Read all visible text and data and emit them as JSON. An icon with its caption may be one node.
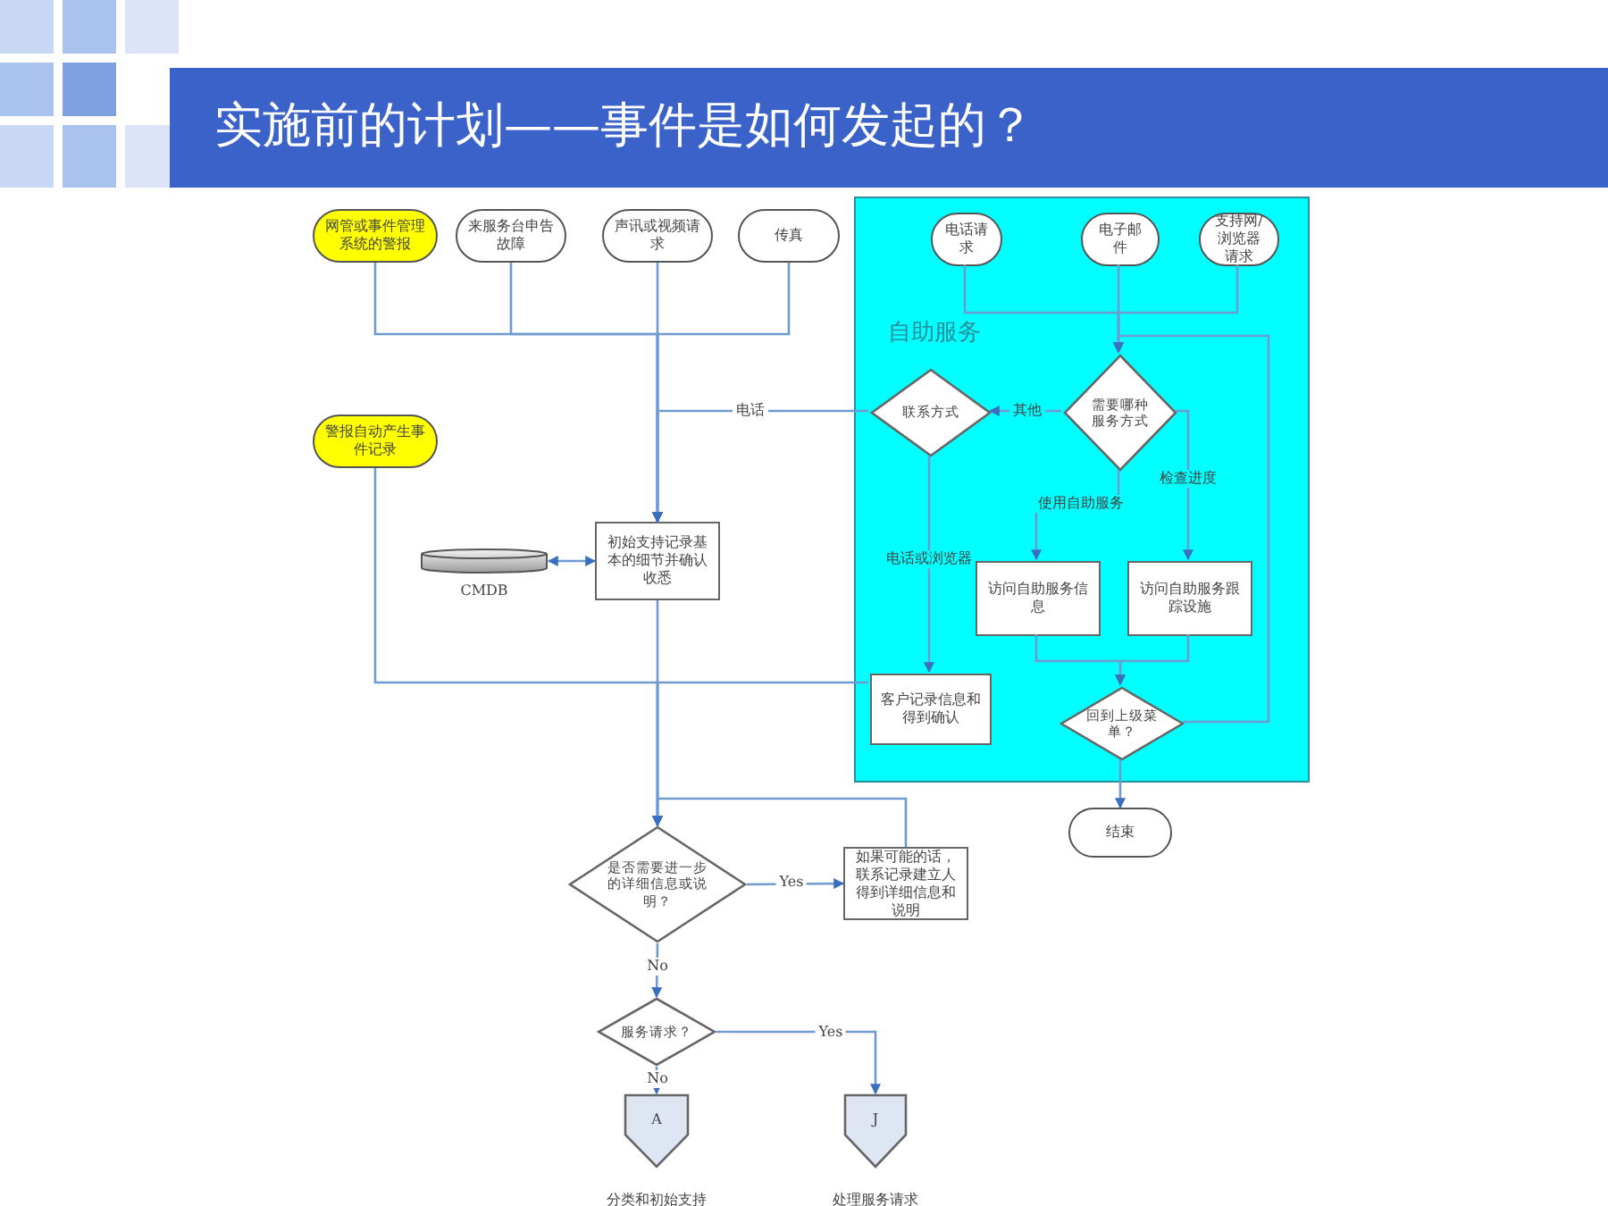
{
  "diagram": {
    "title": "实施前的计划——事件是如何发起的？",
    "nodes": [
      {
        "text": [
          "网管或事件管理系统的警报"
        ]
      },
      {
        "text": [
          "来服务台申告故障"
        ]
      },
      {
        "text": [
          "声讯或视频请求"
        ]
      },
      {
        "text": [
          "传真"
        ]
      },
      {
        "text": [
          "自助服务"
        ]
      },
      {
        "text": [
          "电话请求"
        ],
        "in": 4
      },
      {
        "text": [
          "电子邮件"
        ],
        "in": 4
      },
      {
        "text": [
          "支持网/浏览器请求"
        ],
        "in": 4
      },
      {
        "text": [
          "联系方式"
        ],
        "in": 4
      },
      {
        "text": [
          "需要哪种服务方式"
        ],
        "in": 4
      },
      {
        "text": [
          "访问自助服务信息"
        ],
        "in": 4
      },
      {
        "text": [
          "访问自助服务跟踪设施"
        ],
        "in": 4
      },
      {
        "text": [
          "客户记录信息和得到确认"
        ],
        "in": 4
      },
      {
        "text": [
          "回到上级菜单？"
        ],
        "in": 4
      },
      {
        "text": [
          "结束"
        ]
      },
      {
        "text": [
          "警报自动产生事件记录"
        ]
      },
      {
        "text": [
          "初始支持记录基本的细节并确认收悉"
        ]
      },
      {
        "text": [],
        "shape": "cylinder",
        "beside": [
          "CMDB"
        ]
      },
      {
        "text": [
          "是否需要进一步的详细信息或说明？"
        ]
      },
      {
        "text": [
          "如果可能的话，联系记录建立人得到详细信息和说明"
        ]
      },
      {
        "text": [
          "服务请求？"
        ]
      },
      {
        "text": [
          "A"
        ],
        "beside": [
          "分类和初始支持"
        ]
      },
      {
        "text": [
          "J"
        ],
        "beside": [
          "处理服务请求"
        ]
      }
    ],
    "edges": [
      {
        "from": 0,
        "to": 16,
        "arrow": "to"
      },
      {
        "from": 1,
        "to": 16,
        "arrow": "to"
      },
      {
        "from": 2,
        "to": 16,
        "arrow": "to"
      },
      {
        "from": 3,
        "to": 16,
        "arrow": "to"
      },
      {
        "from": 8,
        "to": 16,
        "arrow": "to",
        "label": "电话"
      },
      {
        "from": 5,
        "to": 9,
        "arrow": "to"
      },
      {
        "from": 6,
        "to": 9,
        "arrow": "to"
      },
      {
        "from": 7,
        "to": 9,
        "arrow": "to"
      },
      {
        "from": 9,
        "to": 8,
        "arrow": "to",
        "label": "其他"
      },
      {
        "from": 9,
        "to": 10,
        "arrow": "to",
        "label": "使用自助服务"
      },
      {
        "from": 9,
        "to": 11,
        "arrow": "to",
        "label": "检查进度"
      },
      {
        "from": 8,
        "to": 12,
        "arrow": "to",
        "label": "电话或浏览器"
      },
      {
        "from": 10,
        "to": 13,
        "arrow": "to"
      },
      {
        "from": 11,
        "to": 13,
        "arrow": "to"
      },
      {
        "from": 13,
        "to": 9,
        "arrow": "to"
      },
      {
        "from": 13,
        "to": 14,
        "arrow": "to"
      },
      {
        "from": 17,
        "to": 16,
        "arrow": "both"
      },
      {
        "from": 15,
        "to": 18,
        "arrow": "to"
      },
      {
        "from": 16,
        "to": 18,
        "arrow": "to"
      },
      {
        "from": 12,
        "to": 18,
        "arrow": "to"
      },
      {
        "from": 18,
        "to": 19,
        "arrow": "to",
        "label": "Yes"
      },
      {
        "from": 19,
        "to": 18,
        "arrow": "to"
      },
      {
        "from": 18,
        "to": 20,
        "arrow": "to",
        "label": "No"
      },
      {
        "from": 20,
        "to": 21,
        "arrow": "to",
        "label": "No"
      },
      {
        "from": 20,
        "to": 22,
        "arrow": "to",
        "label": "Yes"
      }
    ]
  }
}
